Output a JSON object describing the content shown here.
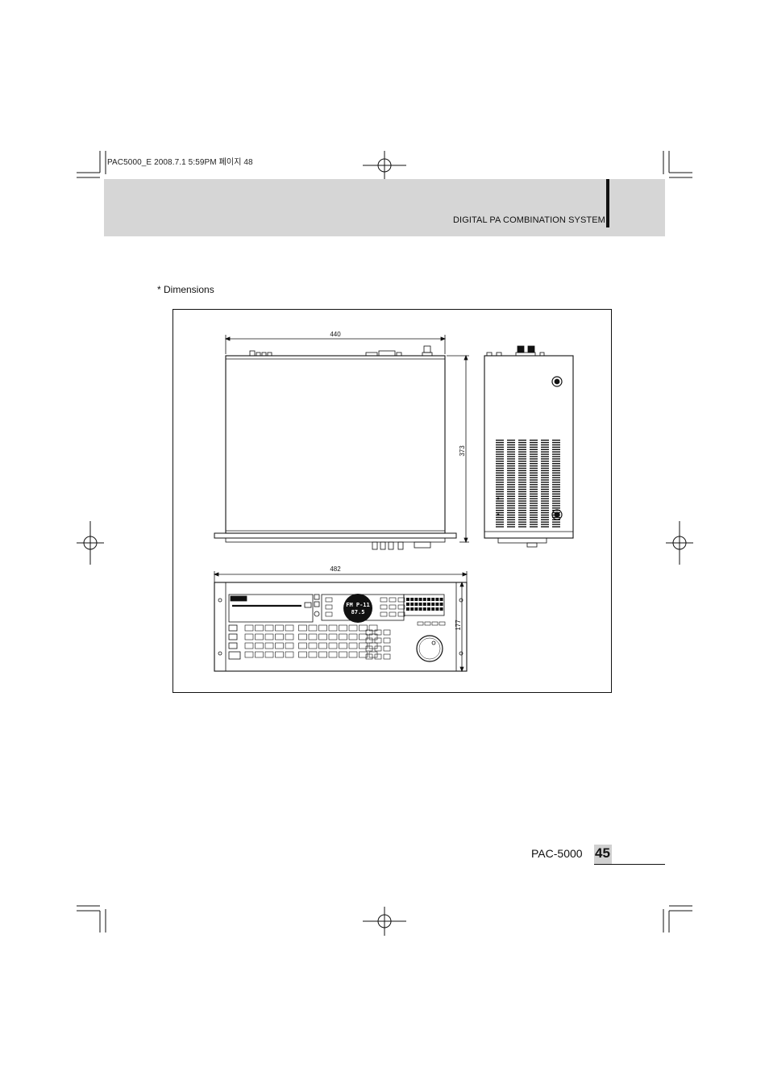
{
  "slug_text": "PAC5000_E 2008.7.1 5:59PM 페이지 48",
  "header": {
    "title": "DIGITAL PA COMBINATION SYSTEM"
  },
  "section": {
    "label": "* Dimensions"
  },
  "figure": {
    "top_view": {
      "width_label": "440",
      "depth_label": "373"
    },
    "front_view": {
      "width_label": "482",
      "height_label": "177",
      "display_line1": "FM P-11",
      "display_line2": "87.5"
    }
  },
  "footer": {
    "model": "PAC-5000",
    "page_number": "45"
  }
}
